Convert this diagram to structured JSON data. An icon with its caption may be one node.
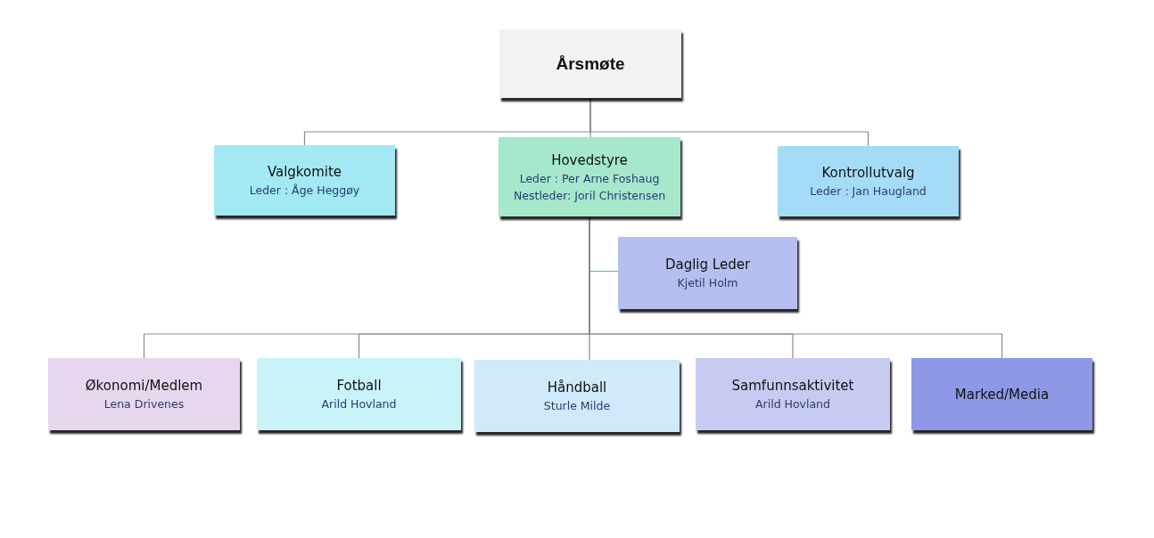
{
  "diagram": {
    "nodes": [
      {
        "text": [
          "Årsmøte"
        ]
      },
      {
        "text": [
          "Valgkomite",
          "Leder : Åge Heggøy"
        ]
      },
      {
        "text": [
          "Hovedstyre",
          "Leder : Per Arne Foshaug",
          "Nestleder: Joril Christensen"
        ]
      },
      {
        "text": [
          "Kontrollutvalg",
          "Leder : Jan Haugland"
        ]
      },
      {
        "text": [
          "Daglig Leder",
          "Kjetil Holm"
        ]
      },
      {
        "text": [
          "Økonomi/Medlem",
          "Lena Drivenes"
        ]
      },
      {
        "text": [
          "Fotball",
          "Arild Hovland"
        ]
      },
      {
        "text": [
          "Håndball",
          "Sturle Milde"
        ]
      },
      {
        "text": [
          "Samfunnsaktivitet",
          "Arild Hovland"
        ]
      },
      {
        "text": [
          "Marked/Media"
        ]
      }
    ],
    "edges": [
      {
        "from": 0,
        "to": 1,
        "arrow": "none"
      },
      {
        "from": 0,
        "to": 2,
        "arrow": "none"
      },
      {
        "from": 0,
        "to": 3,
        "arrow": "none"
      },
      {
        "from": 2,
        "to": 4,
        "arrow": "none",
        "color": "#5fb3c9"
      },
      {
        "from": 2,
        "to": 5,
        "arrow": "none"
      },
      {
        "from": 2,
        "to": 6,
        "arrow": "none"
      },
      {
        "from": 2,
        "to": 7,
        "arrow": "none"
      },
      {
        "from": 2,
        "to": 8,
        "arrow": "none"
      },
      {
        "from": 2,
        "to": 9,
        "arrow": "none"
      }
    ]
  }
}
